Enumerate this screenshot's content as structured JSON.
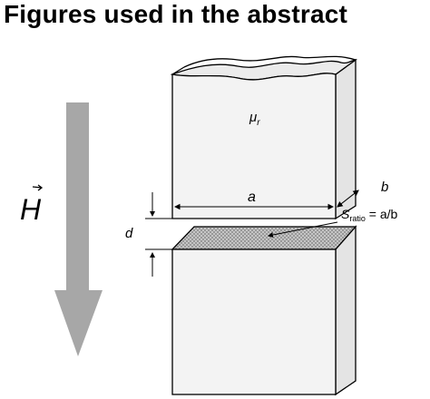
{
  "title": "Figures used in the abstract",
  "labels": {
    "field": "H",
    "permeability": "μ",
    "permeability_sub": "r",
    "width": "a",
    "depth": "b",
    "gap": "d",
    "ratio_symbol": "S",
    "ratio_sub": "ratio",
    "ratio_eq": " = a/b"
  },
  "colors": {
    "arrow": "#a7a7a7",
    "block_front": "#f3f3f3",
    "block_side": "#e4e4e4",
    "block_top": "#ebebeb",
    "hatch": "#9c9c9c",
    "outline": "#000000"
  }
}
